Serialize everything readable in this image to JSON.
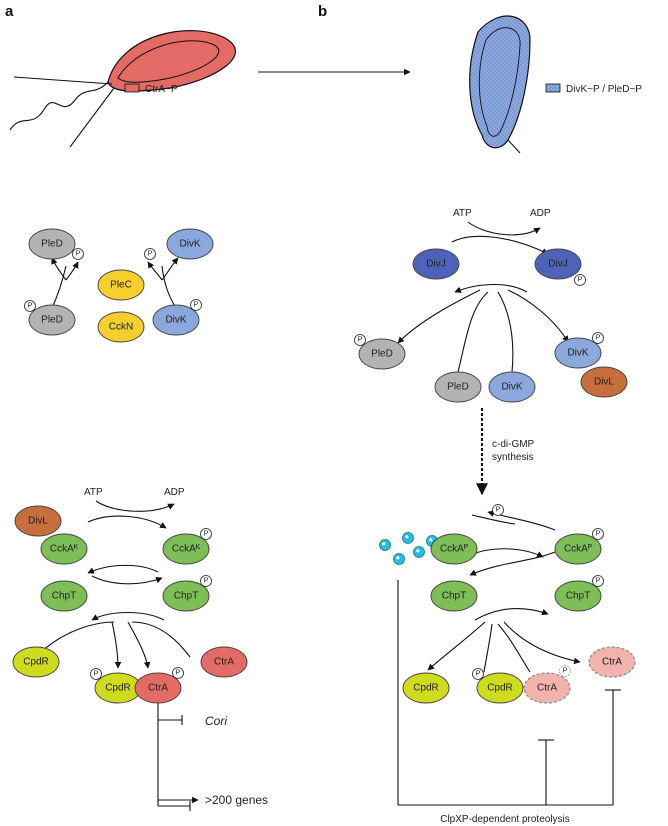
{
  "panels": {
    "a": "a",
    "b": "b"
  },
  "legend": {
    "ctra": "CtrA~P",
    "divk": "DivK~P / PleD~P"
  },
  "energy": {
    "atp_top": "ATP",
    "adp_top": "ADP",
    "atp_bottom": "ATP",
    "adp_bottom": "ADP"
  },
  "phospho": "P",
  "colors": {
    "grey": "#b3b3b3",
    "blue": "#8aa8dc",
    "darkblue": "#4d63b8",
    "yellow": "#f5cf2c",
    "brown": "#c66f3c",
    "green": "#7dbf56",
    "lime": "#cfdc1e",
    "red": "#e46a66",
    "palered": "#f2b3ad",
    "cyan": "#20c0e4"
  },
  "nodes": {
    "a_pled_top": "PleD",
    "a_divk_top": "DivK",
    "a_plec": "PleC",
    "a_cckn": "CckN",
    "a_pled_bot": "PleD",
    "a_divk_bot": "DivK",
    "b_divj_l": "DivJ",
    "b_divj_r": "DivJ",
    "b_pled_p": "PleD",
    "b_pled": "PleD",
    "b_divk": "DivK",
    "b_divk_p": "DivK",
    "b_divl": "DivL",
    "a_divl": "DivL",
    "a_ccka_l": "CckAᴷ",
    "a_ccka_r": "CckAᴷ",
    "a_chpt_l": "ChpT",
    "a_chpt_r": "ChpT",
    "a_cpdr": "CpdR",
    "a_cpdr_p": "CpdR",
    "a_ctra_p": "CtrA",
    "a_ctra": "CtrA",
    "b_ccka_l": "CckAᴾ",
    "b_ccka_r": "CckAᴾ",
    "b_chpt_l": "ChpT",
    "b_chpt_r": "ChpT",
    "b_cpdr": "CpdR",
    "b_cpdr_p": "CpdR",
    "b_ctra_p": "CtrA",
    "b_ctra": "CtrA"
  },
  "labels": {
    "cdigmp_1": "c-di-GMP",
    "cdigmp_2": "synthesis",
    "cori": "Cori",
    "genes": ">200 genes",
    "proteolysis": "ClpXP-dependent proteolysis"
  }
}
